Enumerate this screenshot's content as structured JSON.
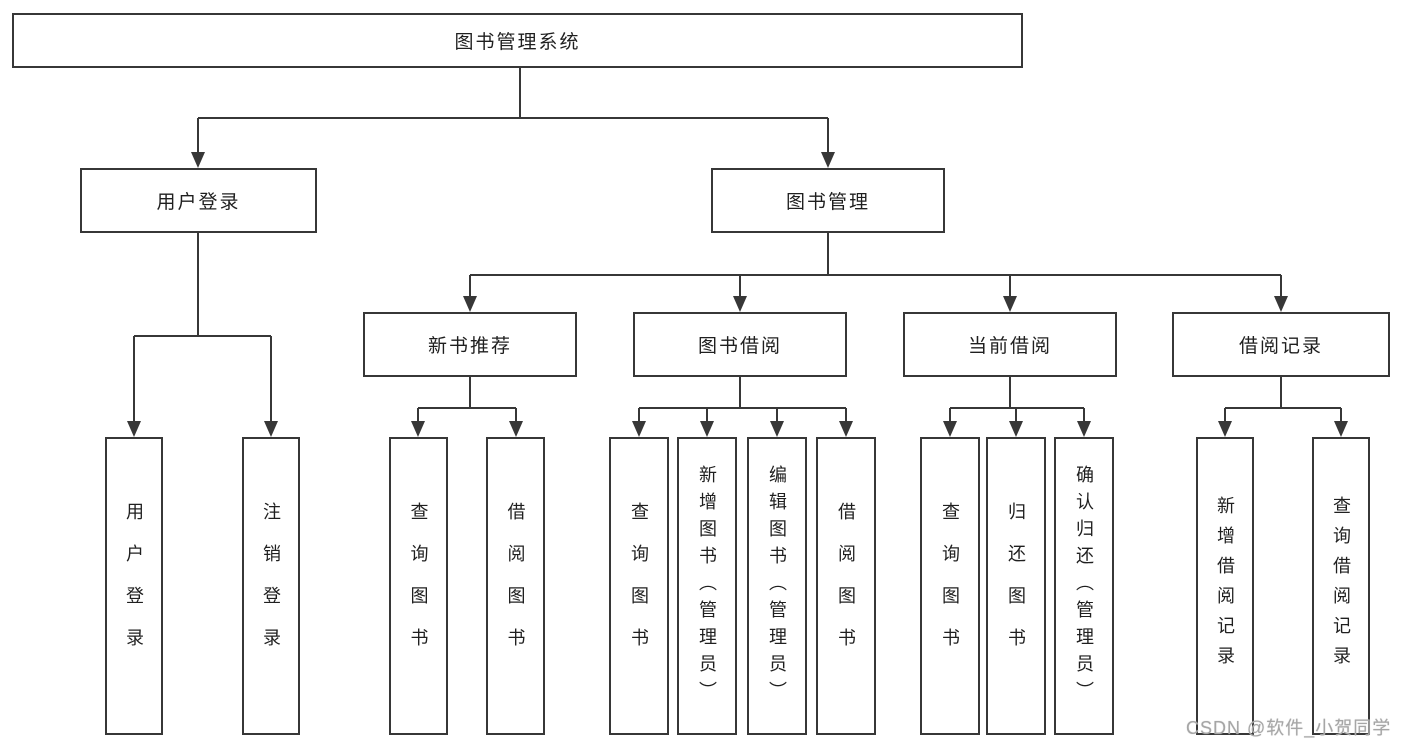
{
  "tree": {
    "label": "图书管理系统",
    "children": [
      {
        "label": "用户登录",
        "children": [
          {
            "label": "用户登录"
          },
          {
            "label": "注销登录"
          }
        ]
      },
      {
        "label": "图书管理",
        "children": [
          {
            "label": "新书推荐",
            "children": [
              {
                "label": "查询图书"
              },
              {
                "label": "借阅图书"
              }
            ]
          },
          {
            "label": "图书借阅",
            "children": [
              {
                "label": "查询图书"
              },
              {
                "label": "新增图书（管理员）"
              },
              {
                "label": "编辑图书（管理员）"
              },
              {
                "label": "借阅图书"
              }
            ]
          },
          {
            "label": "当前借阅",
            "children": [
              {
                "label": "查询图书"
              },
              {
                "label": "归还图书"
              },
              {
                "label": "确认归还（管理员）"
              }
            ]
          },
          {
            "label": "借阅记录",
            "children": [
              {
                "label": "新增借阅记录"
              },
              {
                "label": "查询借阅记录"
              }
            ]
          }
        ]
      }
    ]
  },
  "watermark": {
    "text": "CSDN @软件_小贺同学"
  },
  "colors": {
    "line": "#373737",
    "text": "#1f1f1f",
    "background": "#ffffff",
    "watermark_gray": "#a6a6a6"
  }
}
